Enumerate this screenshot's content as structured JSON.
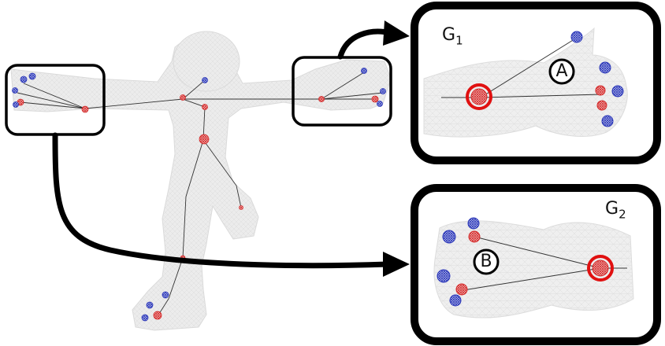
{
  "panel_top": {
    "label_main": "G",
    "label_sub": "1",
    "marker": "A"
  },
  "panel_bottom": {
    "label_main": "G",
    "label_sub": "2",
    "marker": "B"
  },
  "colors": {
    "mesh": "#e9e9e9",
    "mesh_edge": "#d6d6d6",
    "joint_red": "#d42b2b",
    "joint_blue": "#2a36b8",
    "highlight_ring": "#e01010",
    "frame": "#000000"
  }
}
